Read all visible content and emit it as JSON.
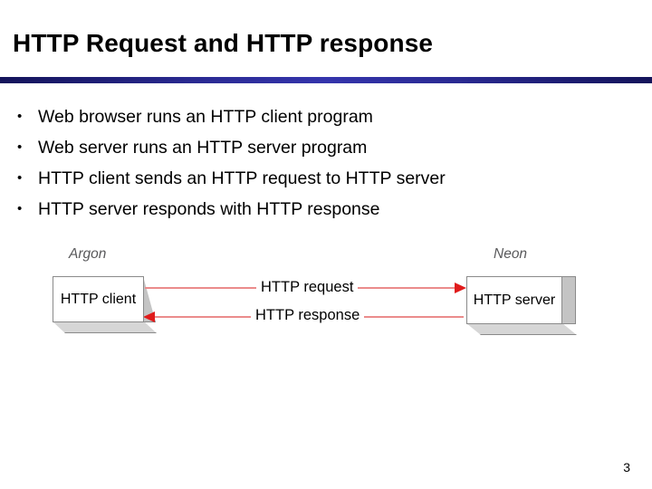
{
  "slide": {
    "title": "HTTP Request and HTTP response",
    "page_number": "3",
    "accent_color": "#3434ac",
    "divider_edge_color": "#14145a"
  },
  "bullets": [
    {
      "marker": "•",
      "text": "Web browser runs an HTTP client program"
    },
    {
      "marker": "•",
      "text": "Web server runs an HTTP server program"
    },
    {
      "marker": "•",
      "text": "HTTP client sends an HTTP request to HTTP server"
    },
    {
      "marker": "•",
      "text": "HTTP server responds with HTTP response"
    }
  ],
  "diagram": {
    "client": {
      "host_label": "Argon",
      "box_label": "HTTP client"
    },
    "server": {
      "host_label": "Neon",
      "box_label": "HTTP server"
    },
    "arrows": [
      {
        "label": "HTTP request",
        "direction": "client-to-server",
        "line_color": "#eb8c8c",
        "head_color": "#e01b1b"
      },
      {
        "label": "HTTP response",
        "direction": "server-to-client",
        "line_color": "#eb8c8c",
        "head_color": "#e01b1b"
      }
    ]
  }
}
